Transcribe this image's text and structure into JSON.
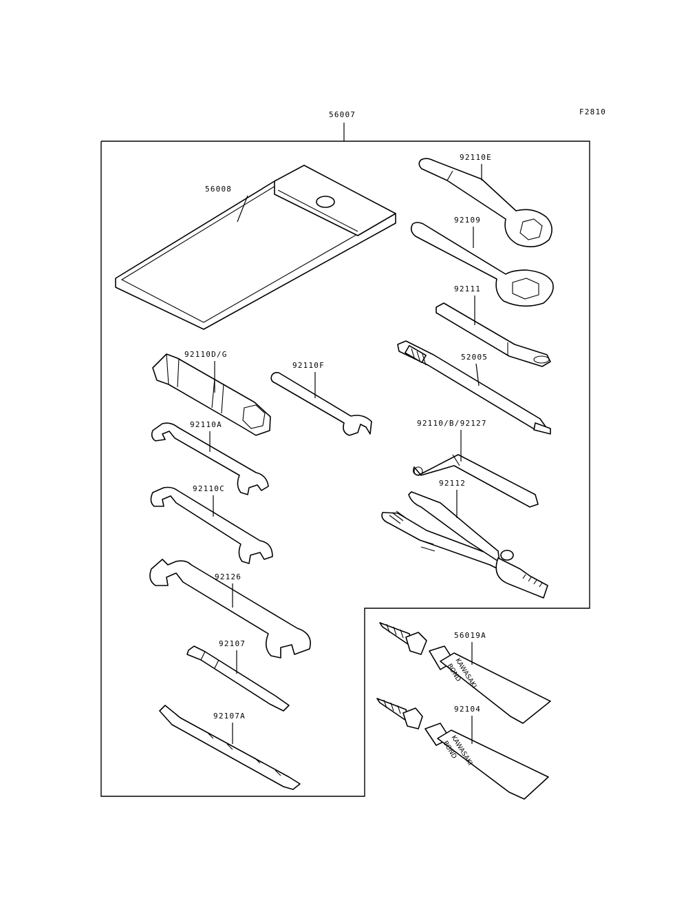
{
  "figure_code": "F2810",
  "assembly": {
    "part_no": "56007"
  },
  "parts": [
    {
      "key": "56008",
      "part_no": "56008"
    },
    {
      "key": "92110E",
      "part_no": "92110E"
    },
    {
      "key": "92109",
      "part_no": "92109"
    },
    {
      "key": "92111",
      "part_no": "92111"
    },
    {
      "key": "52005",
      "part_no": "52005"
    },
    {
      "key": "92110DG",
      "part_no": "92110D/G"
    },
    {
      "key": "92110F",
      "part_no": "92110F"
    },
    {
      "key": "92110A",
      "part_no": "92110A"
    },
    {
      "key": "92110BG",
      "part_no": "92110/B/92127"
    },
    {
      "key": "92110C",
      "part_no": "92110C"
    },
    {
      "key": "92112",
      "part_no": "92112"
    },
    {
      "key": "92126",
      "part_no": "92126"
    },
    {
      "key": "92107",
      "part_no": "92107"
    },
    {
      "key": "92107A",
      "part_no": "92107A"
    },
    {
      "key": "56019A",
      "part_no": "56019A"
    },
    {
      "key": "92104",
      "part_no": "92104"
    }
  ],
  "tube_brand": {
    "line1": "KAWASAKI",
    "line2": "BOND"
  }
}
